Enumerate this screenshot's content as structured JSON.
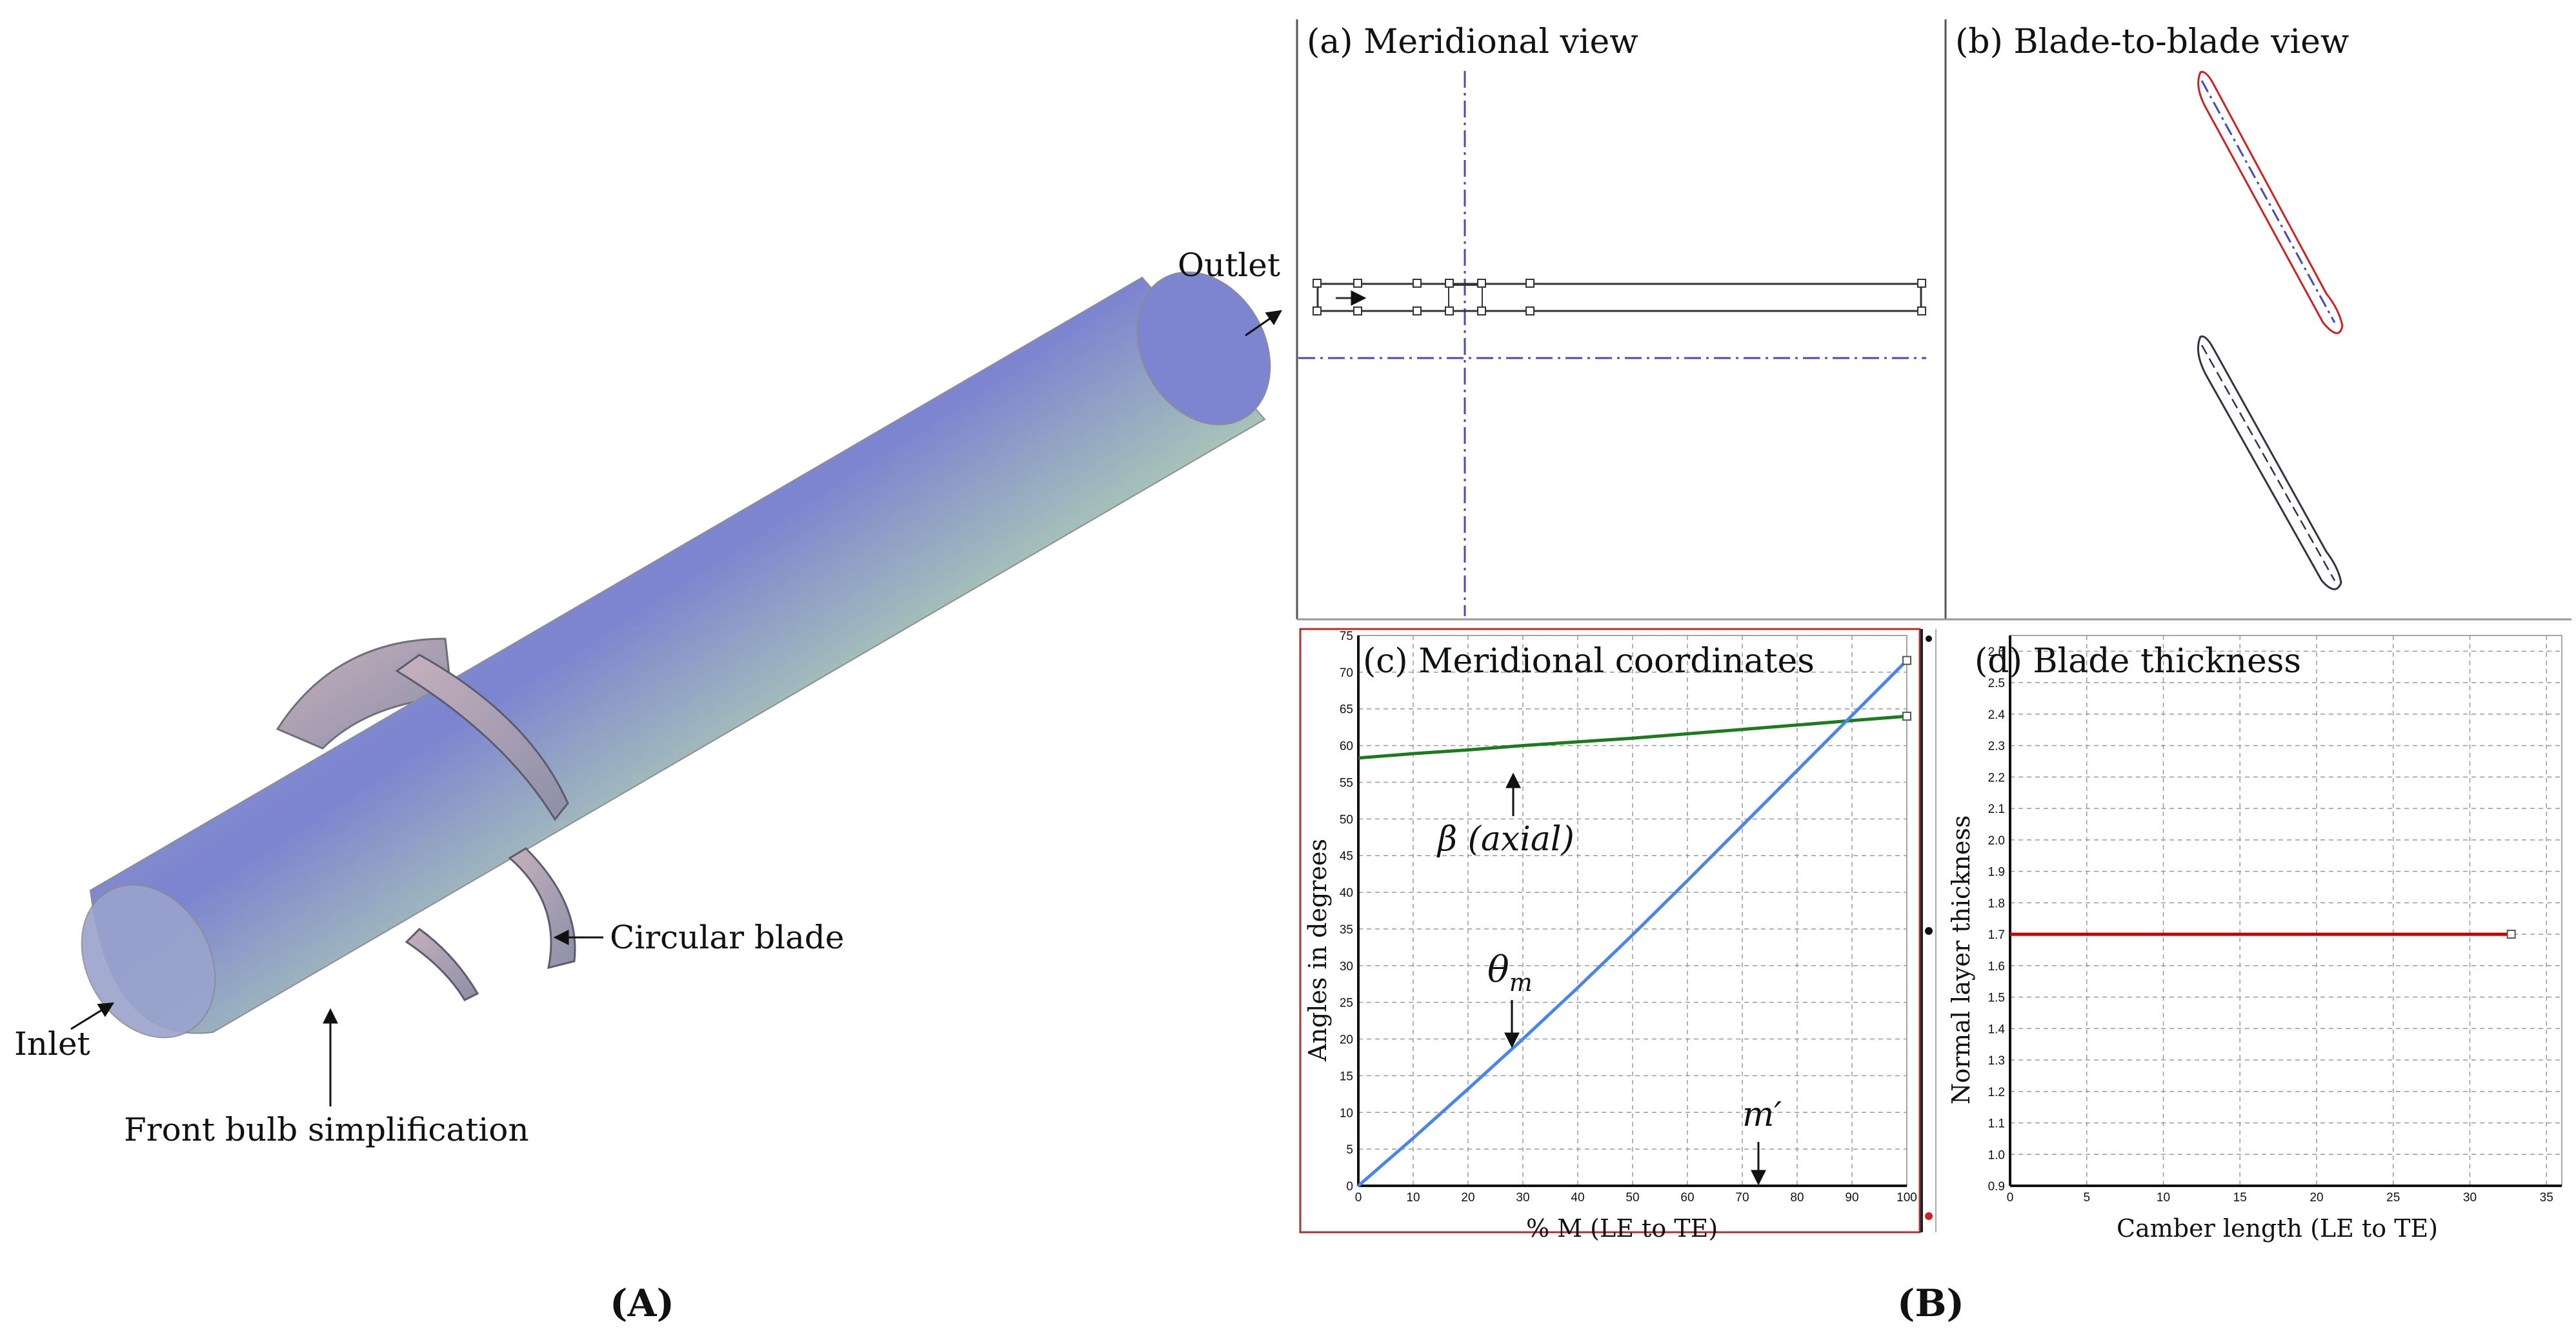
{
  "panelA": {
    "label": "(A)",
    "annotations": {
      "outlet": "Outlet",
      "circular_blade": "Circular blade",
      "inlet": "Inlet",
      "front_bulb": "Front bulb simplification"
    }
  },
  "panelB": {
    "label": "(B)",
    "a": {
      "title": "(a) Meridional view"
    },
    "b": {
      "title": "(b) Blade-to-blade view"
    },
    "c": {
      "title": "(c) Meridional coordinates",
      "beta_label": "β (axial)",
      "theta_label": "θ",
      "theta_sub": "m",
      "m_label": "m′"
    },
    "d": {
      "title": "(d) Blade thickness"
    }
  },
  "chart_data": [
    {
      "type": "line",
      "title": "(c) Meridional coordinates",
      "xlabel": "% M (LE to TE)",
      "ylabel": "Angles in degrees",
      "xlim": [
        0,
        100
      ],
      "ylim": [
        0,
        75
      ],
      "xticks": [
        0,
        10,
        20,
        30,
        40,
        50,
        60,
        70,
        80,
        90,
        100
      ],
      "yticks": [
        0,
        5,
        10,
        15,
        20,
        25,
        30,
        35,
        40,
        45,
        50,
        55,
        60,
        65,
        70,
        75
      ],
      "grid": true,
      "series": [
        {
          "name": "β (axial)",
          "color": "#1f7a1f",
          "x": [
            0,
            10,
            20,
            30,
            40,
            50,
            60,
            70,
            80,
            90,
            100
          ],
          "y": [
            58.3,
            58.9,
            59.4,
            60.0,
            60.5,
            61.0,
            61.6,
            62.2,
            62.8,
            63.4,
            64.0
          ]
        },
        {
          "name": "θm",
          "color": "#4a86e8",
          "x": [
            0,
            10,
            20,
            30,
            40,
            50,
            60,
            70,
            80,
            90,
            100
          ],
          "y": [
            0,
            6.5,
            13.2,
            20.0,
            27.0,
            34.2,
            41.6,
            49.1,
            56.6,
            64.1,
            71.6
          ]
        }
      ]
    },
    {
      "type": "line",
      "title": "(d) Blade thickness",
      "xlabel": "Camber length (LE to TE)",
      "ylabel": "Normal layer thickness",
      "xlim": [
        0,
        36
      ],
      "ylim": [
        0.9,
        2.65
      ],
      "xticks": [
        0,
        5,
        10,
        15,
        20,
        25,
        30,
        35
      ],
      "yticks": [
        0.9,
        1.0,
        1.1,
        1.2,
        1.3,
        1.4,
        1.5,
        1.6,
        1.7,
        1.8,
        1.9,
        2.0,
        2.1,
        2.2,
        2.3,
        2.4,
        2.5,
        2.6
      ],
      "grid": true,
      "series": [
        {
          "name": "",
          "color": "#c00000",
          "x": [
            0,
            32.7
          ],
          "y": [
            1.7,
            1.7
          ]
        }
      ]
    }
  ]
}
